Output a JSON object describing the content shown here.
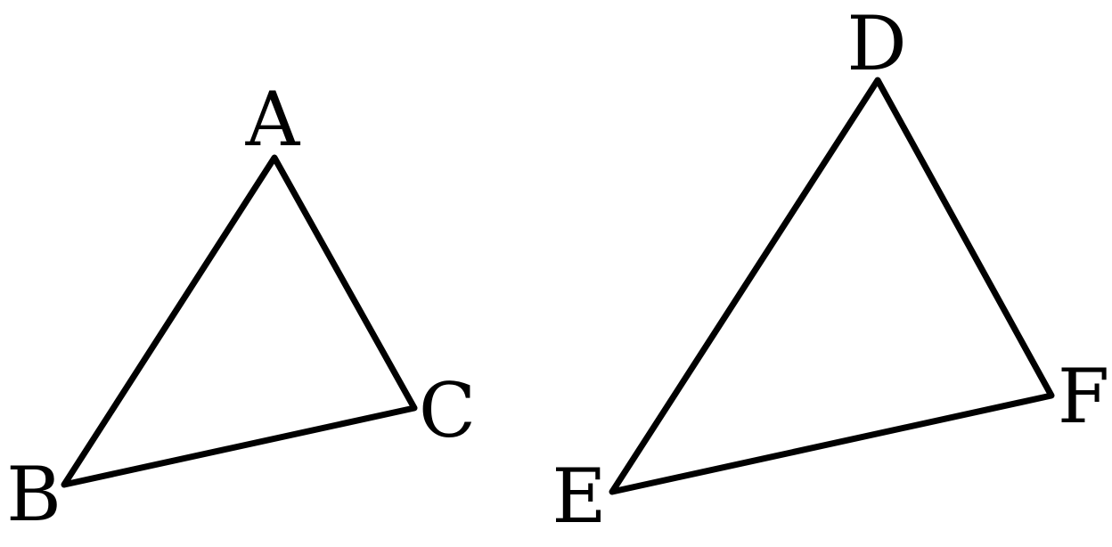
{
  "triangles": [
    {
      "name": "ABC",
      "vertices": [
        "A",
        "B",
        "C"
      ]
    },
    {
      "name": "DEF",
      "vertices": [
        "D",
        "E",
        "F"
      ]
    }
  ],
  "labels": {
    "A": "A",
    "B": "B",
    "C": "C",
    "D": "D",
    "E": "E",
    "F": "F"
  },
  "colors": {
    "stroke": "#000000",
    "background": "#ffffff"
  }
}
